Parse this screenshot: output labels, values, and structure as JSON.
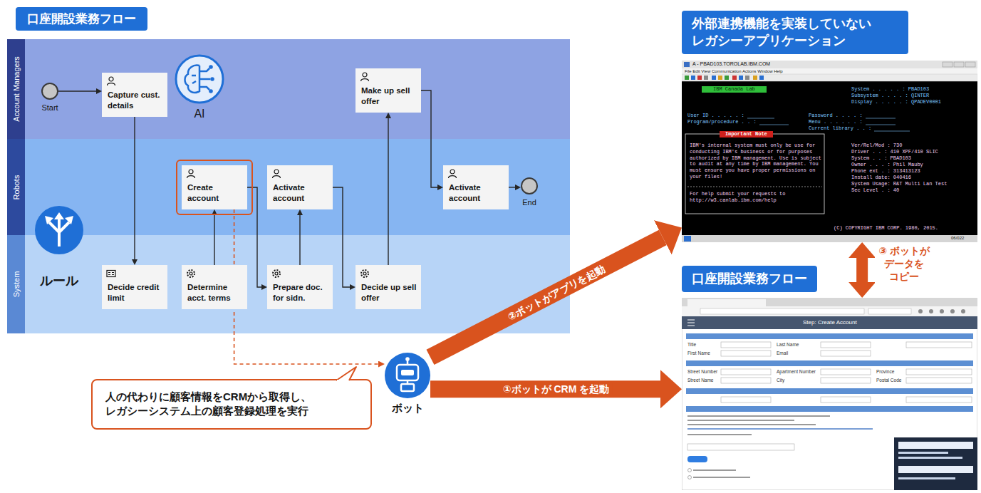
{
  "diagram": {
    "title": "口座開設業務フロー",
    "nodes": [
      {
        "text": [
          "Account Managers"
        ]
      },
      {
        "text": [
          "Start"
        ],
        "in": 0
      },
      {
        "text": [
          "Capture cust. details"
        ],
        "in": 0
      },
      {
        "text": [
          "AI"
        ],
        "in": 0
      },
      {
        "text": [
          "Make up sell offer"
        ],
        "in": 0
      },
      {
        "text": [
          "Robots"
        ]
      },
      {
        "text": [
          "Create account"
        ],
        "in": 5
      },
      {
        "text": [
          "Activate account"
        ],
        "in": 5
      },
      {
        "text": [
          "Activate account"
        ],
        "in": 5
      },
      {
        "text": [
          "End"
        ],
        "in": 5
      },
      {
        "text": [
          "System"
        ]
      },
      {
        "text": [
          "ルール"
        ],
        "in": 10
      },
      {
        "text": [
          "Decide credit limit"
        ],
        "in": 10
      },
      {
        "text": [
          "Determine acct. terms"
        ],
        "in": 10
      },
      {
        "text": [
          "Prepare doc. for sidn."
        ],
        "in": 10
      },
      {
        "text": [
          "Decide up sell offer"
        ],
        "in": 10
      },
      {
        "text": [
          "外部連携機能を実装していない レガシーアプリケーション"
        ]
      },
      {
        "text": [
          "口座開設業務フロー"
        ]
      },
      {
        "text": [
          "ボット"
        ]
      },
      {
        "text": [
          "人の代わりに顧客情報をCRMから取得し、 レガシーシステム上の顧客登録処理を実行"
        ]
      }
    ],
    "edges": [
      {
        "from": 1,
        "to": 2,
        "arrow": "to"
      },
      {
        "from": 2,
        "to": 12,
        "arrow": "to"
      },
      {
        "from": 13,
        "to": 6,
        "arrow": "to"
      },
      {
        "from": 6,
        "to": 14,
        "arrow": "to"
      },
      {
        "from": 14,
        "to": 7,
        "arrow": "to"
      },
      {
        "from": 7,
        "to": 15,
        "arrow": "to"
      },
      {
        "from": 15,
        "to": 4,
        "arrow": "to"
      },
      {
        "from": 4,
        "to": 8,
        "arrow": "to"
      },
      {
        "from": 8,
        "to": 9,
        "arrow": "to"
      },
      {
        "from": 6,
        "to": 18,
        "arrow": "to"
      },
      {
        "from": 18,
        "to": 17,
        "arrow": "to",
        "label": "①ボットが CRM を起動"
      },
      {
        "from": 18,
        "to": 16,
        "arrow": "to",
        "label": "②ボットがアプリを起動"
      },
      {
        "from": 16,
        "to": 17,
        "arrow": "both",
        "label": "③ ボットが データを コピー"
      }
    ],
    "labels": [
      "A - PBAD103.TOROLAB.IBM.COM",
      "File Edit View Communication Actions Window Help",
      "IBM Canada Lab",
      "System . . . . . : PBAD103",
      "Subsystem . . . . : QINTER",
      "Display . . . . . : QPADEV0001",
      "User ID . . . . . :",
      "Password . . . . :",
      "Program/procedure . . :",
      "Menu . . . . . . :",
      "Current library . . :",
      "Important Note",
      "IBM's internal system must only be use for conducting IBM's business or for purposes authorized by IBM management. Use is subject to audit at any time by IBM management. You must ensure you have proper permissions on your files!",
      "For help submit your requests to http://w3.canlab.ibm.com/help",
      "Ver/Rel/Mod : 730",
      "Driver . . : 410 XPF/410 SLIC",
      "System . . : PBAD103",
      "Owner . . . : Phil Mauby",
      "Phone ext . : 313413123",
      "Install date: 040416",
      "System Usage: R&T Multi Lan Test",
      "Sec Level . : 40",
      "(C) COPYRIGHT IBM CORP. 1980, 2015.",
      "06/022",
      "Step: Create Account",
      "Title",
      "First Name",
      "Last Name",
      "Email",
      "Street Number",
      "Apartment Number",
      "Street Name",
      "City",
      "Province",
      "Postal Code"
    ]
  }
}
